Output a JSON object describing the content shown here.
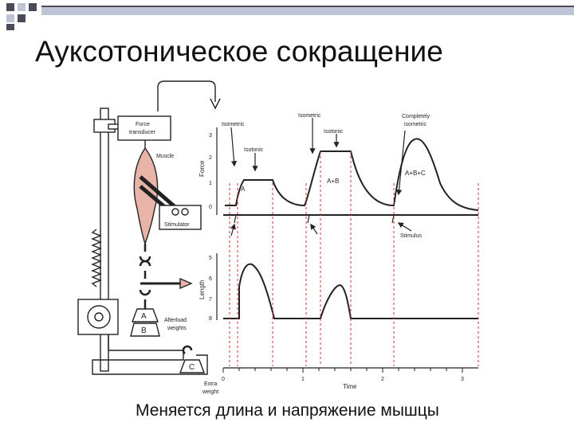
{
  "slide": {
    "title": "Ауксотоническое сокращение",
    "subtitle": "Меняется длина и напряжение мышцы"
  },
  "colors": {
    "decor_dark": "#4a4a58",
    "decor_light": "#bfc3d6",
    "guide_line": "#d63030",
    "muscle": "#e8b4a8",
    "ink": "#222222"
  },
  "apparatus": {
    "force_transducer": "Force\ntransducer",
    "muscle": "Muscle",
    "stimulator": "Stimulator",
    "weight_a": "A",
    "weight_b": "B",
    "weight_c": "C",
    "afterload": "Afterload\nweights",
    "extra_weight": "Extra\nweight"
  },
  "force_plot": {
    "ylabel": "Force",
    "yticks": [
      "3",
      "2",
      "1",
      "0"
    ],
    "annotations": {
      "isometric_1": "Isometric",
      "isotonic_1": "Isotonic",
      "a": "A",
      "isometric_2": "Isometric",
      "isotonic_2": "Isotonic",
      "ab": "A+B",
      "completely_isometric": "Completely\nisometric",
      "abc": "A+B+C",
      "stimulus": "Stimulus"
    }
  },
  "length_plot": {
    "ylabel": "Length",
    "yticks": [
      "5",
      "6",
      "7",
      "8"
    ],
    "xlabel": "Time",
    "xticks": [
      "0",
      "1",
      "2",
      "3"
    ]
  }
}
